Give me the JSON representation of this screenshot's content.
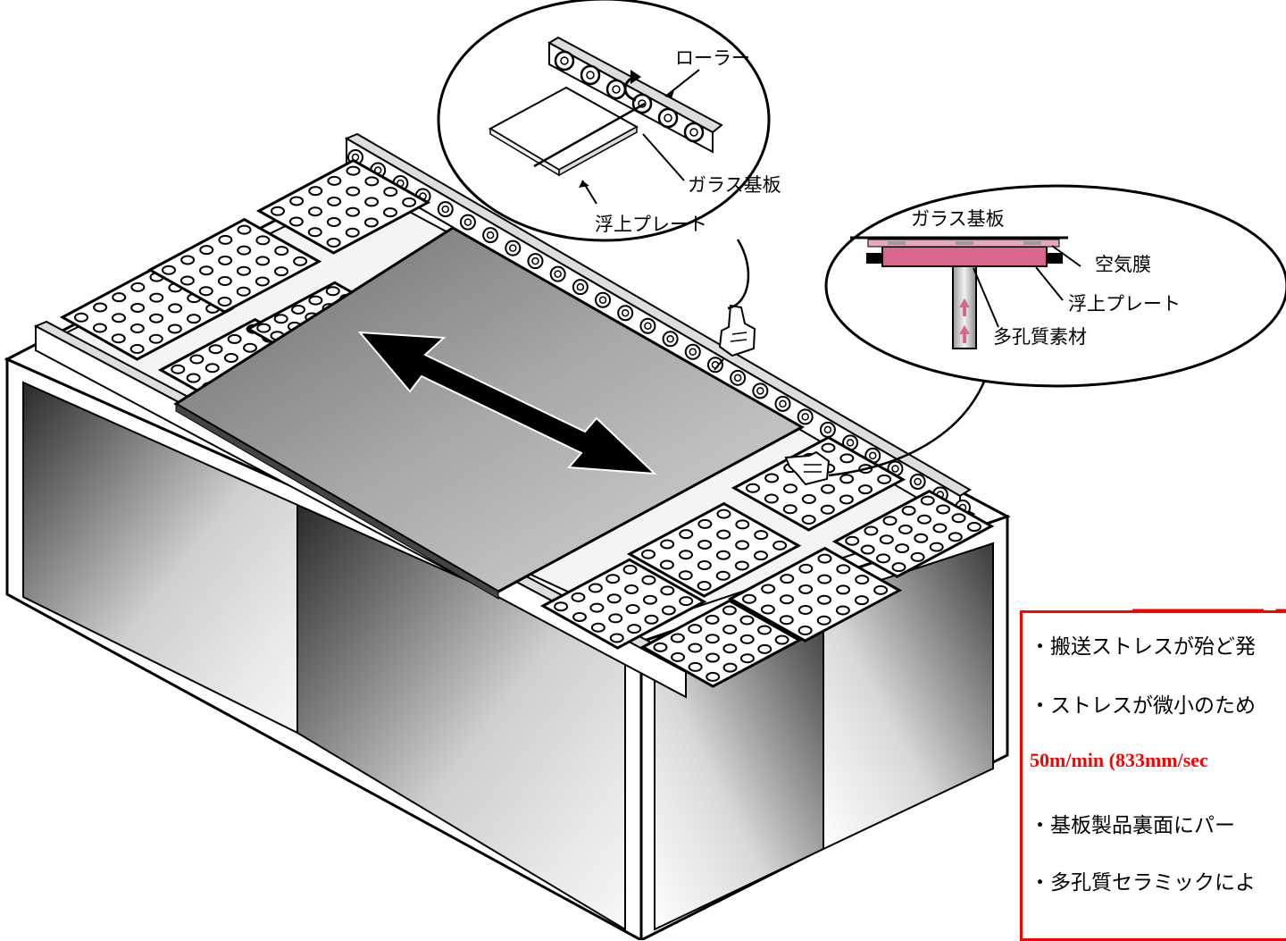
{
  "diagram": {
    "callout_top": {
      "roller_label": "ローラー",
      "glass_label": "ガラス基板",
      "plate_label": "浮上プレート"
    },
    "callout_right": {
      "glass_label": "ガラス基板",
      "air_film_label": "空気膜",
      "plate_label": "浮上プレート",
      "porous_label": "多孔質素材"
    },
    "colors": {
      "accent_red": "#ff0000",
      "air_film_pink": "#d9668c"
    }
  },
  "benefits": {
    "lines": [
      "・搬送ストレスが殆ど発",
      "・ストレスが微小のため",
      "50m/min (833mm/sec",
      "・基板製品裏面にパー",
      "・多孔質セラミックによ"
    ]
  }
}
